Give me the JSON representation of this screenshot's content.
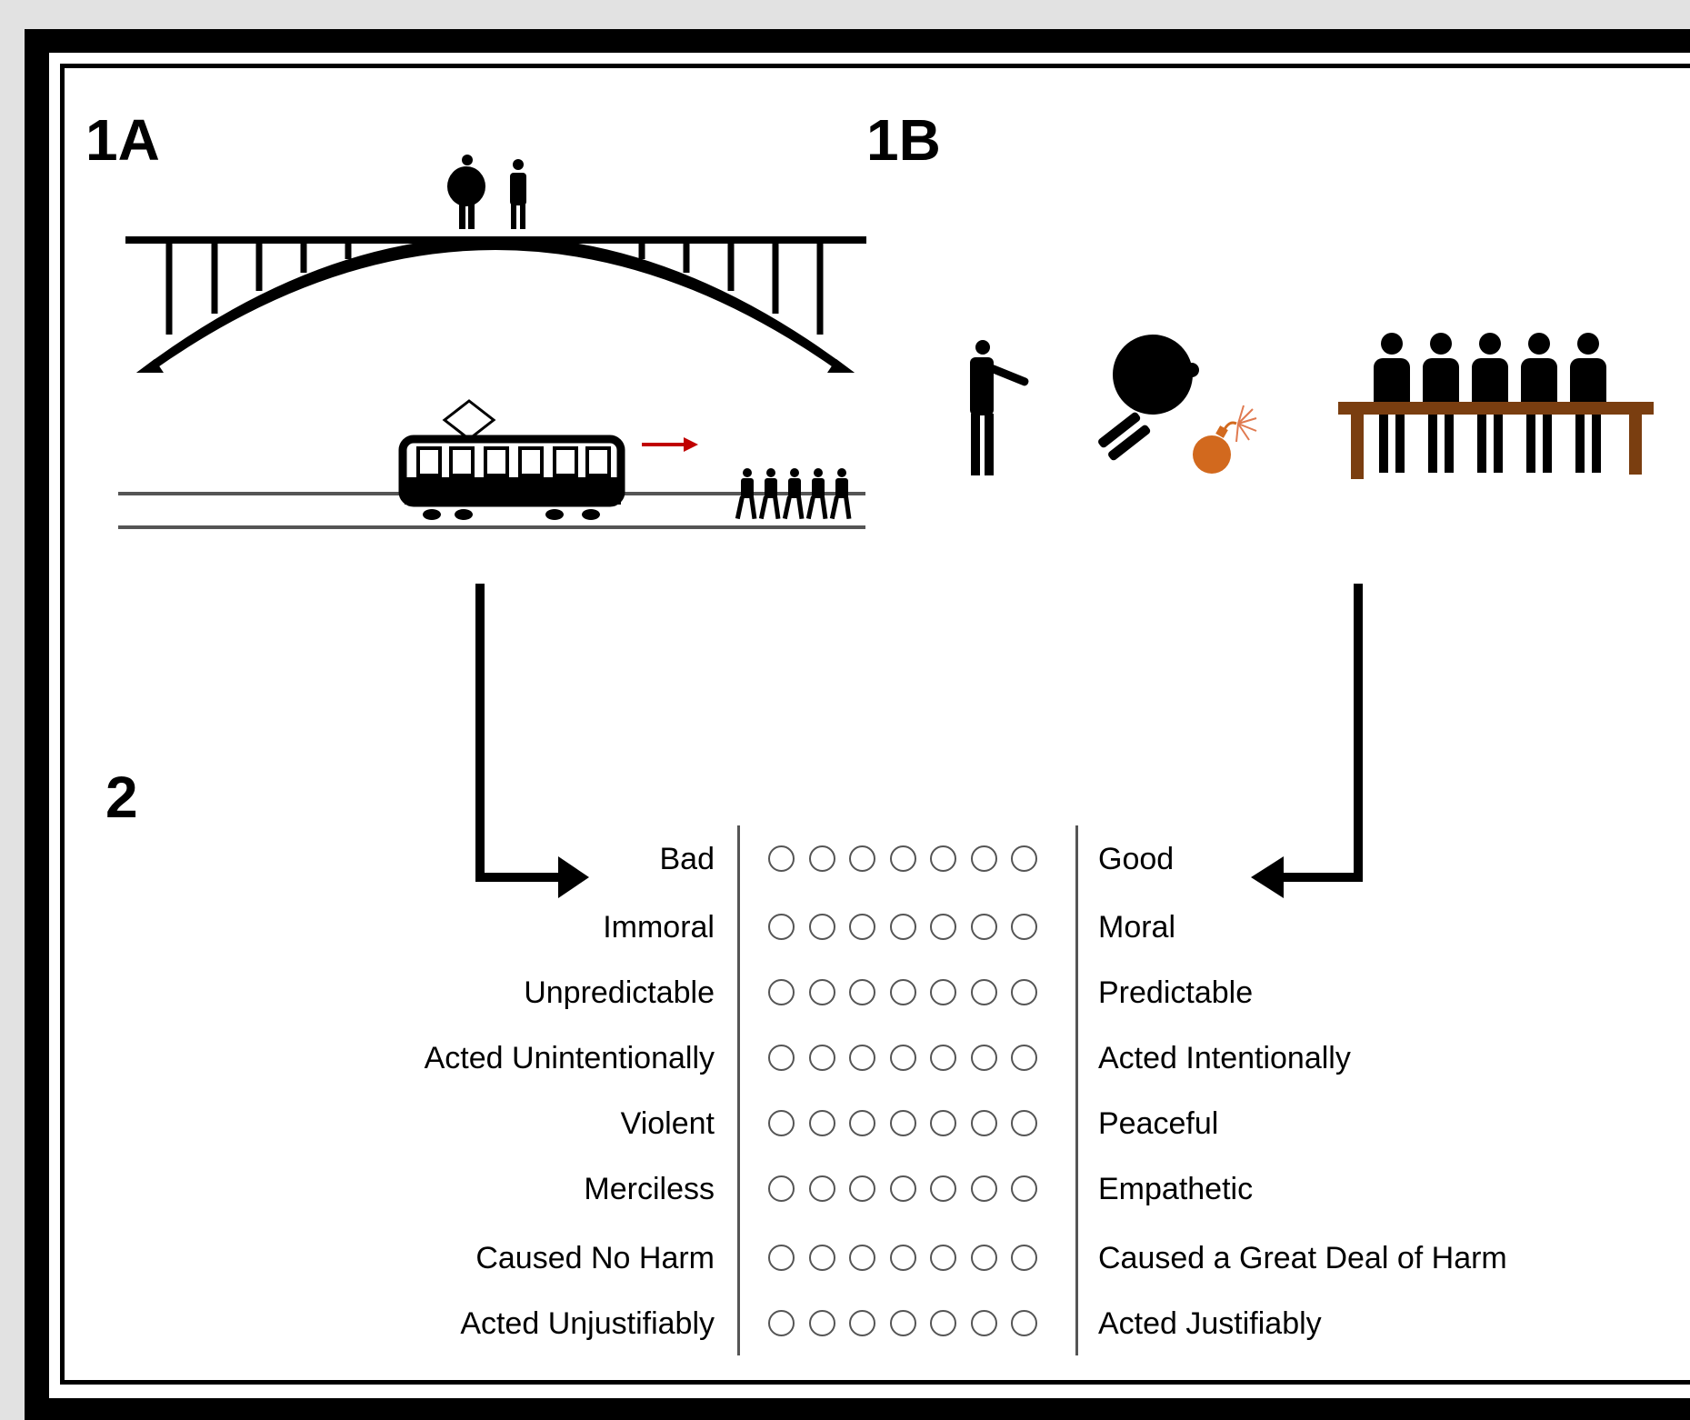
{
  "panels": {
    "a_label": "1A",
    "b_label": "1B",
    "c_label": "2"
  },
  "icons": {
    "bridge": "footbridge-icon",
    "tram": "trolley-icon",
    "bomb": "bomb-icon",
    "table": "table-icon"
  },
  "colors": {
    "arrow_red": "#c00000",
    "bomb_orange": "#d2691e",
    "table_brown": "#7a3e10"
  },
  "scale": {
    "points": 7,
    "items": [
      {
        "left": "Bad",
        "right": "Good"
      },
      {
        "left": "Immoral",
        "right": "Moral"
      },
      {
        "left": "Unpredictable",
        "right": "Predictable"
      },
      {
        "left": "Acted Unintentionally",
        "right": "Acted Intentionally"
      },
      {
        "left": "Violent",
        "right": "Peaceful"
      },
      {
        "left": "Merciless",
        "right": "Empathetic"
      },
      {
        "left": "Caused No Harm",
        "right": "Caused a Great Deal of Harm"
      },
      {
        "left": "Acted Unjustifiably",
        "right": "Acted Justifiably"
      }
    ]
  }
}
